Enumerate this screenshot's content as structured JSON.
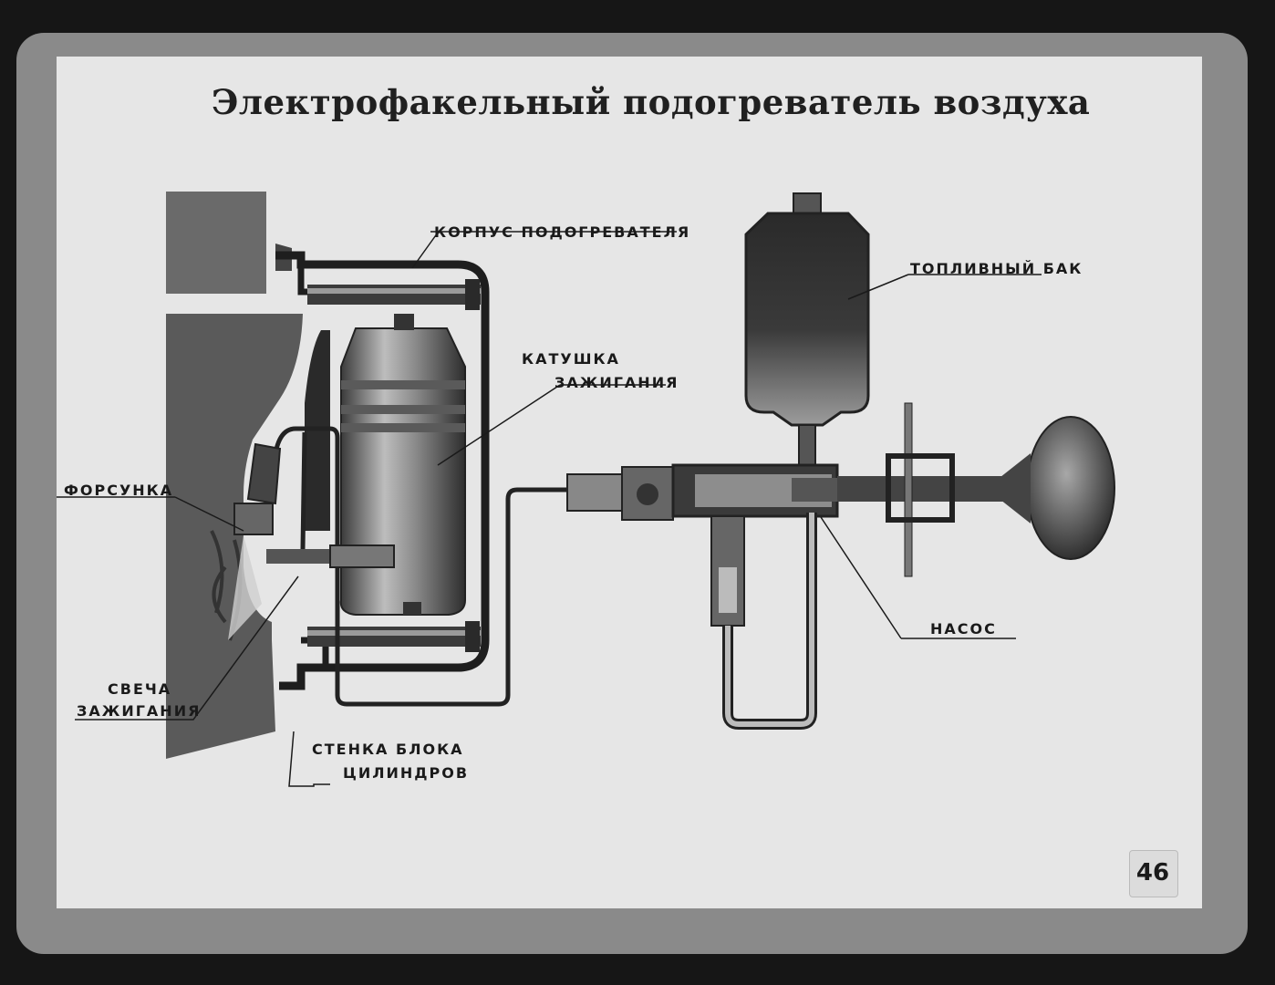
{
  "title": "Электрофакельный подогреватель воздуха",
  "labels": {
    "korpus": "КОРПУС ПОДОГРЕВАТЕЛЯ",
    "tank": "ТОПЛИВНЫЙ БАК",
    "coil_1": "КАТУШКА",
    "coil_2": "ЗАЖИГАНИЯ",
    "nozzle": "ФОРСУНКА",
    "pump": "НАСОС",
    "plug_1": "СВЕЧА",
    "plug_2": "ЗАЖИГАНИЯ",
    "wall_1": "СТЕНКА БЛОКА",
    "wall_2": "ЦИЛИНДРОВ"
  },
  "page_number": "46"
}
